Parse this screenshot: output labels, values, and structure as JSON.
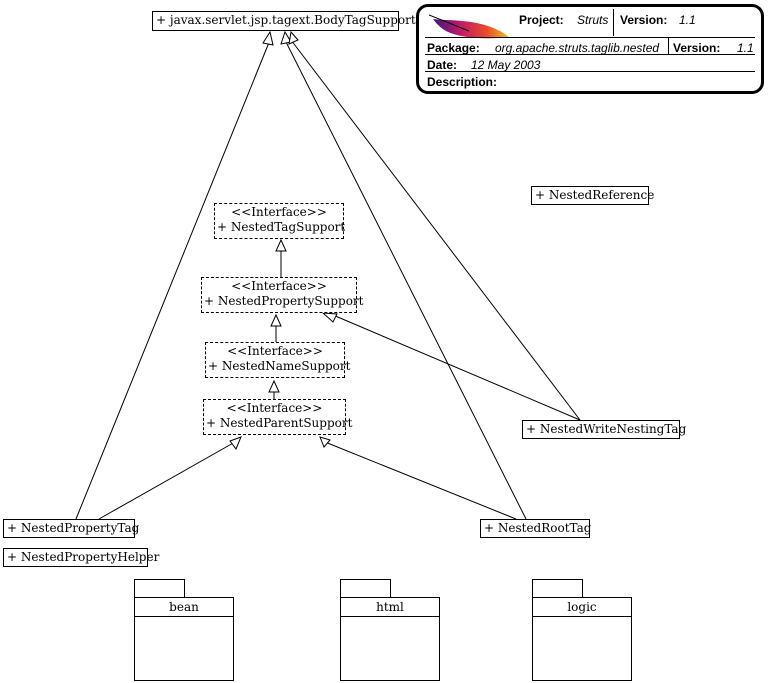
{
  "info": {
    "project_label": "Project:",
    "project_value": "Struts",
    "version_label": "Version:",
    "version_value": "1.1",
    "package_label": "Package:",
    "package_value": "org.apache.struts.taglib.nested",
    "package_version_label": "Version:",
    "package_version_value": "1.1",
    "date_label": "Date:",
    "date_value": "12 May 2003",
    "description_label": "Description:",
    "logo_icon": "apache-feather-icon"
  },
  "classes": {
    "body_tag_support": "+ javax.servlet.jsp.tagext.BodyTagSupport",
    "nested_reference": "+ NestedReference",
    "nested_write_nesting_tag": "+ NestedWriteNestingTag",
    "nested_property_tag": "+ NestedPropertyTag",
    "nested_property_helper": "+ NestedPropertyHelper",
    "nested_root_tag": "+ NestedRootTag"
  },
  "interfaces": {
    "stereotype": "<<Interface>>",
    "nested_tag_support": "+ NestedTagSupport",
    "nested_property_support": "+ NestedPropertySupport",
    "nested_name_support": "+ NestedNameSupport",
    "nested_parent_support": "+ NestedParentSupport"
  },
  "packages": {
    "bean": "bean",
    "html": "html",
    "logic": "logic"
  }
}
